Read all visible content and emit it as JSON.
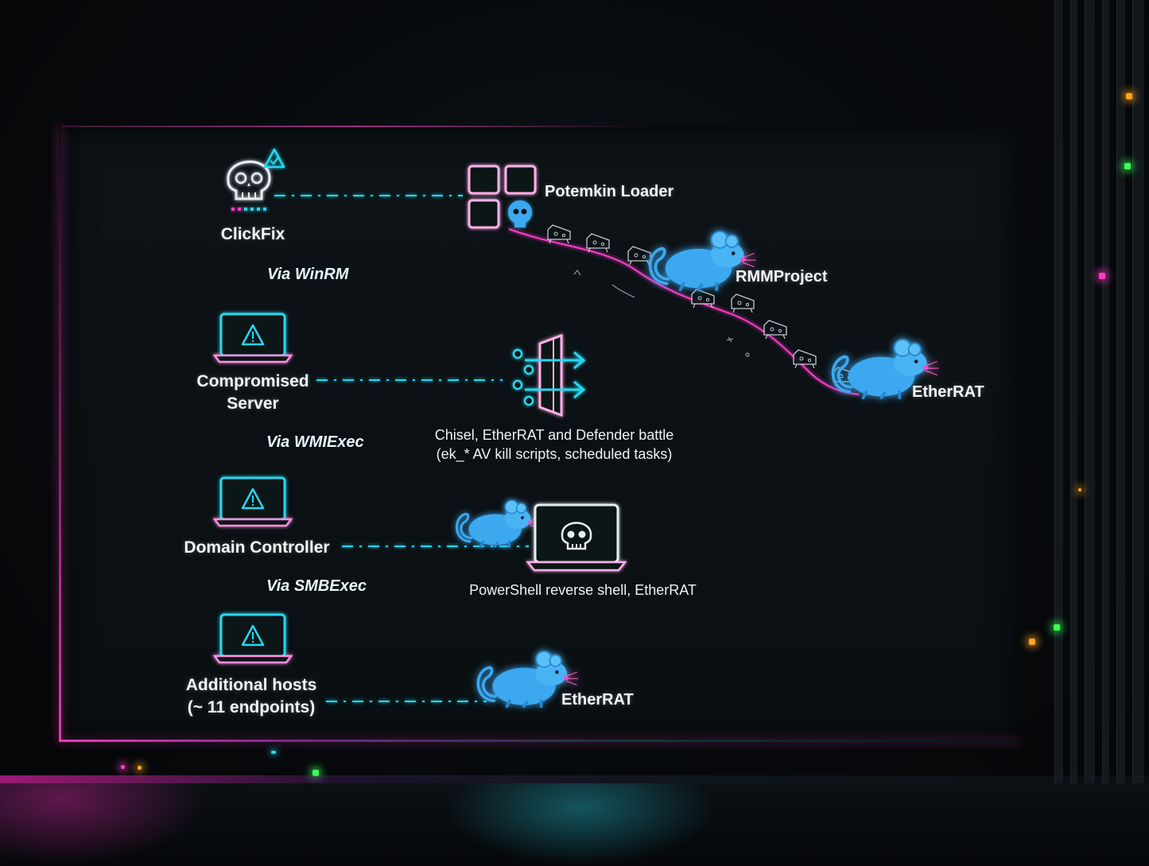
{
  "nodes": {
    "clickfix": "ClickFix",
    "compromised_server_line1": "Compromised",
    "compromised_server_line2": "Server",
    "domain_controller": "Domain Controller",
    "additional_hosts_line1": "Additional hosts",
    "additional_hosts_line2": "(~ 11 endpoints)"
  },
  "edges": {
    "winrm": "Via WinRM",
    "wmiexec": "Via WMIExec",
    "smbexec": "Via SMBExec"
  },
  "tools": {
    "potemkin": "Potemkin Loader",
    "rmmproject": "RMMProject",
    "etherrat_top": "EtherRAT",
    "chisel_line1": "Chisel, EtherRAT and Defender battle",
    "chisel_line2": "(ek_* AV kill scripts, scheduled tasks)",
    "powershell": "PowerShell reverse shell, EtherRAT",
    "etherrat_bottom": "EtherRAT"
  },
  "colors": {
    "cyan": "#28d8f0",
    "pink": "#ff3cc8",
    "rat_blue": "#3aa8f0",
    "led_orange": "#ffa51e",
    "led_green": "#3cff5a"
  },
  "icons": [
    "skull-warning-icon",
    "windows-grid-icon",
    "laptop-warning-icon",
    "firewall-arrows-icon",
    "rat-icon",
    "laptop-skull-icon",
    "cheese-icon"
  ]
}
